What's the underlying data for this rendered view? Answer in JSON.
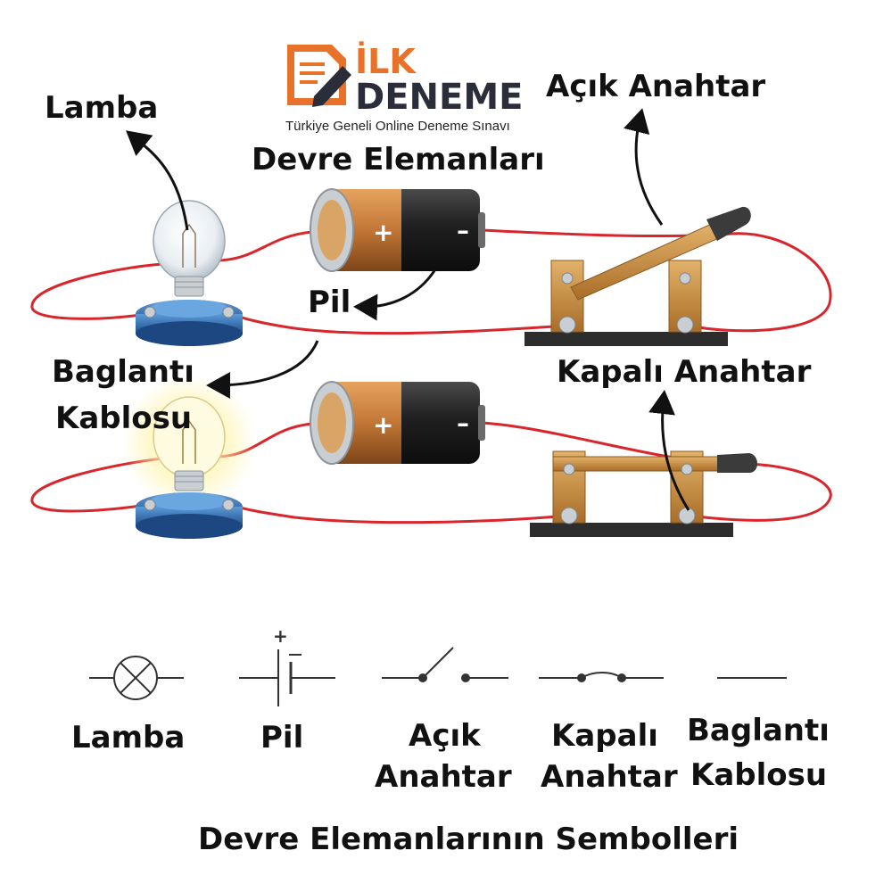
{
  "logo": {
    "brand_top": "İLK",
    "brand_bottom": "DENEME",
    "tagline": "Türkiye Geneli Online Deneme Sınavı",
    "accent_color": "#e8722a",
    "dark_color": "#2b2d3b"
  },
  "title_top": "Devre Elemanları",
  "labels": {
    "lamp": "Lamba",
    "battery": "Pil",
    "cable_line1": "Baglantı",
    "cable_line2": "Kablosu",
    "open_switch": "Açık Anahtar",
    "closed_switch": "Kapalı Anahtar"
  },
  "battery_marks": {
    "plus": "+",
    "minus": "–"
  },
  "symbols": {
    "lamp": "Lamba",
    "battery": "Pil",
    "battery_plus": "+",
    "open_switch_line1": "Açık",
    "open_switch_line2": "Anahtar",
    "closed_switch_line1": "Kapalı",
    "closed_switch_line2": "Anahtar",
    "cable_line1": "Baglantı",
    "cable_line2": "Kablosu"
  },
  "title_bottom": "Devre Elemanlarının Sembolleri",
  "colors": {
    "wire": "#d8262c",
    "brass": "#c98a3c",
    "lamp_base": "#2f6fb8",
    "switch_base": "#2d2d2d"
  }
}
